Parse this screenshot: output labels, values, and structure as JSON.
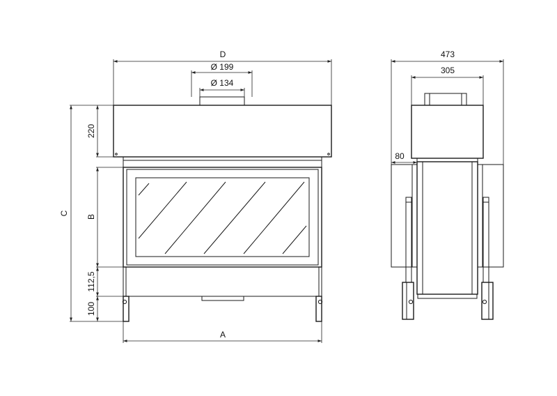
{
  "dimensions": {
    "front": {
      "D": "D",
      "flue_outer": "Ø 199",
      "flue_inner": "Ø 134",
      "hood_height": "220",
      "overall_height": "C",
      "glass_height": "B",
      "base_height": "112,5",
      "leg_height": "100",
      "width": "A"
    },
    "side": {
      "overall_depth": "473",
      "hood_depth": "305",
      "side_offset": "80"
    }
  },
  "colors": {
    "line": "#1a1a1a",
    "background": "#ffffff"
  }
}
